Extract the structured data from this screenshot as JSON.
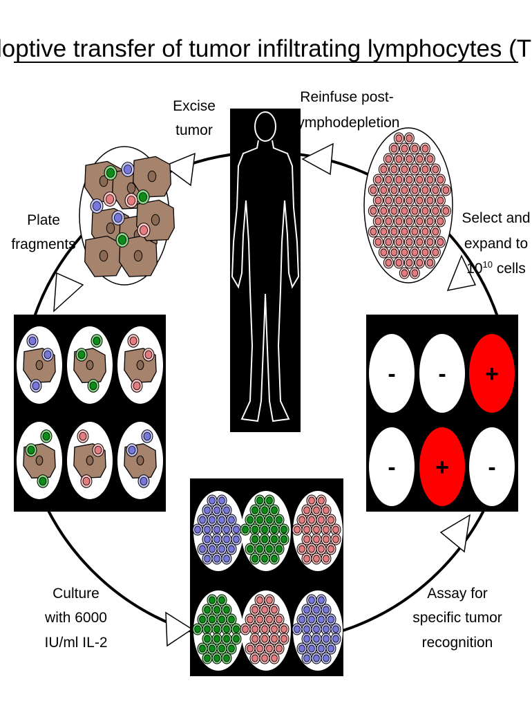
{
  "title": "Adoptive transfer of tumor infiltrating lymphocytes (TIL)",
  "steps": {
    "excise": [
      "Excise",
      "tumor"
    ],
    "reinfuse": [
      "Reinfuse post-",
      "lymphodepletion"
    ],
    "plate": [
      "Plate",
      "fragments"
    ],
    "select": [
      "Select and",
      "expand to",
      "10",
      "10",
      " cells"
    ],
    "culture": [
      "Culture",
      "with 6000",
      "IU/ml IL-2"
    ],
    "assay": [
      "Assay for",
      "specific tumor",
      "recognition"
    ]
  },
  "assay_results": [
    "-",
    "-",
    "+",
    "-",
    "+",
    "-"
  ],
  "culture_wells": [
    "blue",
    "green",
    "pink",
    "green",
    "pink",
    "blue"
  ],
  "fragment_wells": [
    "blue",
    "green",
    "pink",
    "green",
    "pink",
    "blue"
  ],
  "colors": {
    "blue": [
      "#c4c4f4",
      "#7878dc"
    ],
    "green": [
      "#86d886",
      "#0c8c18"
    ],
    "pink": [
      "#f8c4c4",
      "#e47c80"
    ],
    "tumor": "#a6836c",
    "positive": "#ff0000",
    "negative": "#ffffff"
  }
}
